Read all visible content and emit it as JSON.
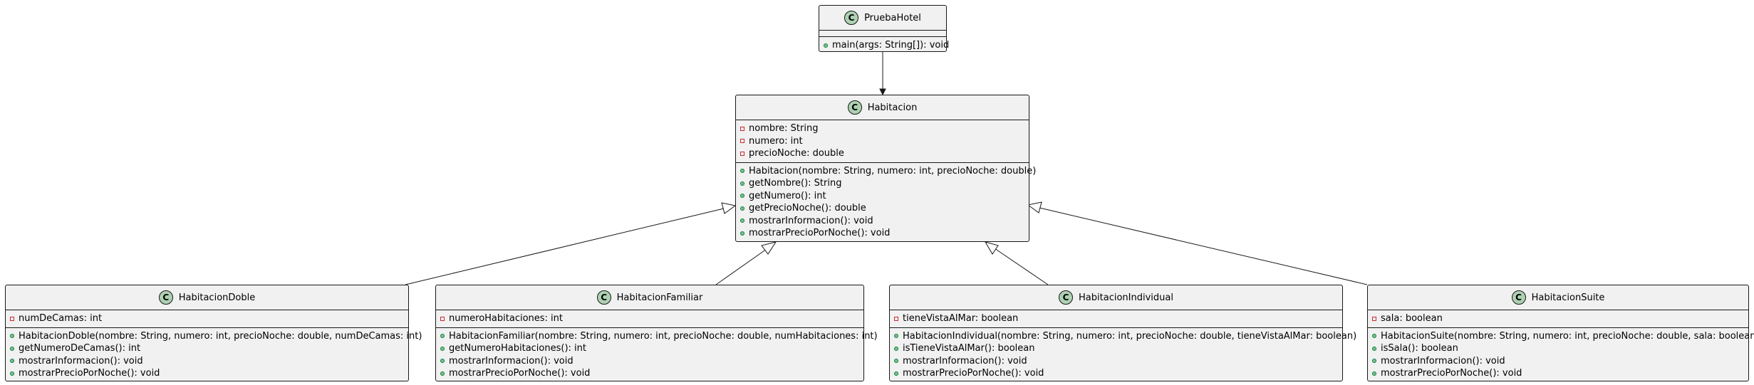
{
  "diagram": {
    "classes": {
      "pruebahotel": {
        "name": "PruebaHotel",
        "icon": "C",
        "attributes": [],
        "methods": [
          {
            "visibility": "public",
            "text": "main(args: String[]): void"
          }
        ]
      },
      "habitacion": {
        "name": "Habitacion",
        "icon": "C",
        "attributes": [
          {
            "visibility": "private",
            "text": "nombre: String"
          },
          {
            "visibility": "private",
            "text": "numero: int"
          },
          {
            "visibility": "private",
            "text": "precioNoche: double"
          }
        ],
        "methods": [
          {
            "visibility": "public",
            "text": "Habitacion(nombre: String, numero: int, precioNoche: double)"
          },
          {
            "visibility": "public",
            "text": "getNombre(): String"
          },
          {
            "visibility": "public",
            "text": "getNumero(): int"
          },
          {
            "visibility": "public",
            "text": "getPrecioNoche(): double"
          },
          {
            "visibility": "public",
            "text": "mostrarInformacion(): void"
          },
          {
            "visibility": "public",
            "text": "mostrarPrecioPorNoche(): void"
          }
        ]
      },
      "doble": {
        "name": "HabitacionDoble",
        "icon": "C",
        "attributes": [
          {
            "visibility": "private",
            "text": "numDeCamas: int"
          }
        ],
        "methods": [
          {
            "visibility": "public",
            "text": "HabitacionDoble(nombre: String, numero: int, precioNoche: double, numDeCamas: int)"
          },
          {
            "visibility": "public",
            "text": "getNumeroDeCamas(): int"
          },
          {
            "visibility": "public",
            "text": "mostrarInformacion(): void"
          },
          {
            "visibility": "public",
            "text": "mostrarPrecioPorNoche(): void"
          }
        ]
      },
      "familiar": {
        "name": "HabitacionFamiliar",
        "icon": "C",
        "attributes": [
          {
            "visibility": "private",
            "text": "numeroHabitaciones: int"
          }
        ],
        "methods": [
          {
            "visibility": "public",
            "text": "HabitacionFamiliar(nombre: String, numero: int, precioNoche: double, numHabitaciones: int)"
          },
          {
            "visibility": "public",
            "text": "getNumeroHabitaciones(): int"
          },
          {
            "visibility": "public",
            "text": "mostrarInformacion(): void"
          },
          {
            "visibility": "public",
            "text": "mostrarPrecioPorNoche(): void"
          }
        ]
      },
      "individual": {
        "name": "HabitacionIndividual",
        "icon": "C",
        "attributes": [
          {
            "visibility": "private",
            "text": "tieneVistaAlMar: boolean"
          }
        ],
        "methods": [
          {
            "visibility": "public",
            "text": "HabitacionIndividual(nombre: String, numero: int, precioNoche: double, tieneVistaAlMar: boolean)"
          },
          {
            "visibility": "public",
            "text": "isTieneVistaAlMar(): boolean"
          },
          {
            "visibility": "public",
            "text": "mostrarInformacion(): void"
          },
          {
            "visibility": "public",
            "text": "mostrarPrecioPorNoche(): void"
          }
        ]
      },
      "suite": {
        "name": "HabitacionSuite",
        "icon": "C",
        "attributes": [
          {
            "visibility": "private",
            "text": "sala: boolean"
          }
        ],
        "methods": [
          {
            "visibility": "public",
            "text": "HabitacionSuite(nombre: String, numero: int, precioNoche: double, sala: boolean)"
          },
          {
            "visibility": "public",
            "text": "isSala(): boolean"
          },
          {
            "visibility": "public",
            "text": "mostrarInformacion(): void"
          },
          {
            "visibility": "public",
            "text": "mostrarPrecioPorNoche(): void"
          }
        ]
      }
    },
    "relations": [
      {
        "from": "pruebahotel",
        "to": "habitacion",
        "type": "association"
      },
      {
        "from": "doble",
        "to": "habitacion",
        "type": "inheritance"
      },
      {
        "from": "familiar",
        "to": "habitacion",
        "type": "inheritance"
      },
      {
        "from": "individual",
        "to": "habitacion",
        "type": "inheritance"
      },
      {
        "from": "suite",
        "to": "habitacion",
        "type": "inheritance"
      }
    ],
    "colors": {
      "class_fill": "#f1f1f1",
      "class_border": "#181818",
      "class_icon": "#add1b2",
      "private_marker": "#c82930",
      "public_marker": "#84be84",
      "line": "#181818"
    }
  }
}
